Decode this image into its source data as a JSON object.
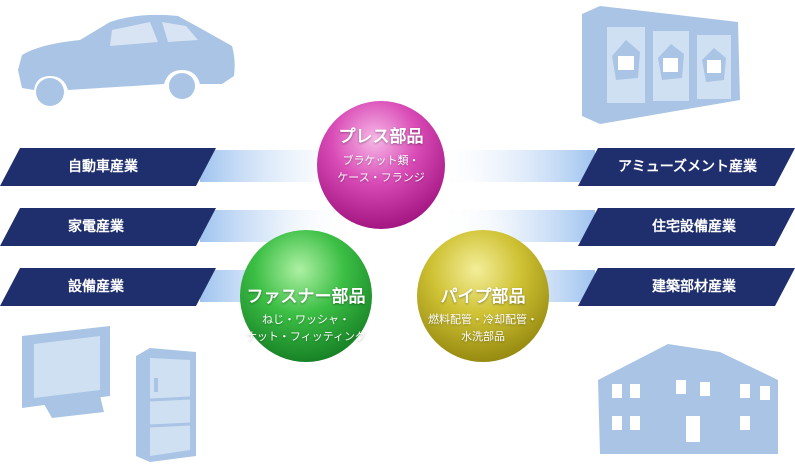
{
  "industries_left": [
    "自動車産業",
    "家電産業",
    "設備産業"
  ],
  "industries_right": [
    "アミューズメント産業",
    "住宅設備産業",
    "建築部材産業"
  ],
  "parts": {
    "press": {
      "title": "プレス部品",
      "line1": "ブラケット類・",
      "line2": "ケース・フランジ"
    },
    "fastener": {
      "title": "ファスナー部品",
      "line1": "ねじ・ワッシャ・",
      "line2": "ナット・フィッティング"
    },
    "pipe": {
      "title": "パイプ部品",
      "line1": "燃料配管・冷却配管・",
      "line2": "水洗部品"
    }
  },
  "colors": {
    "banner": "#1f2f6e",
    "icon": "#a9c4e4",
    "press": "#c21f9a",
    "fastener": "#1e9a33",
    "pipe": "#b5a818"
  },
  "icons": [
    "car-icon",
    "pachinko-machine-icon",
    "tv-monitor-icon",
    "refrigerator-icon",
    "house-icon"
  ]
}
